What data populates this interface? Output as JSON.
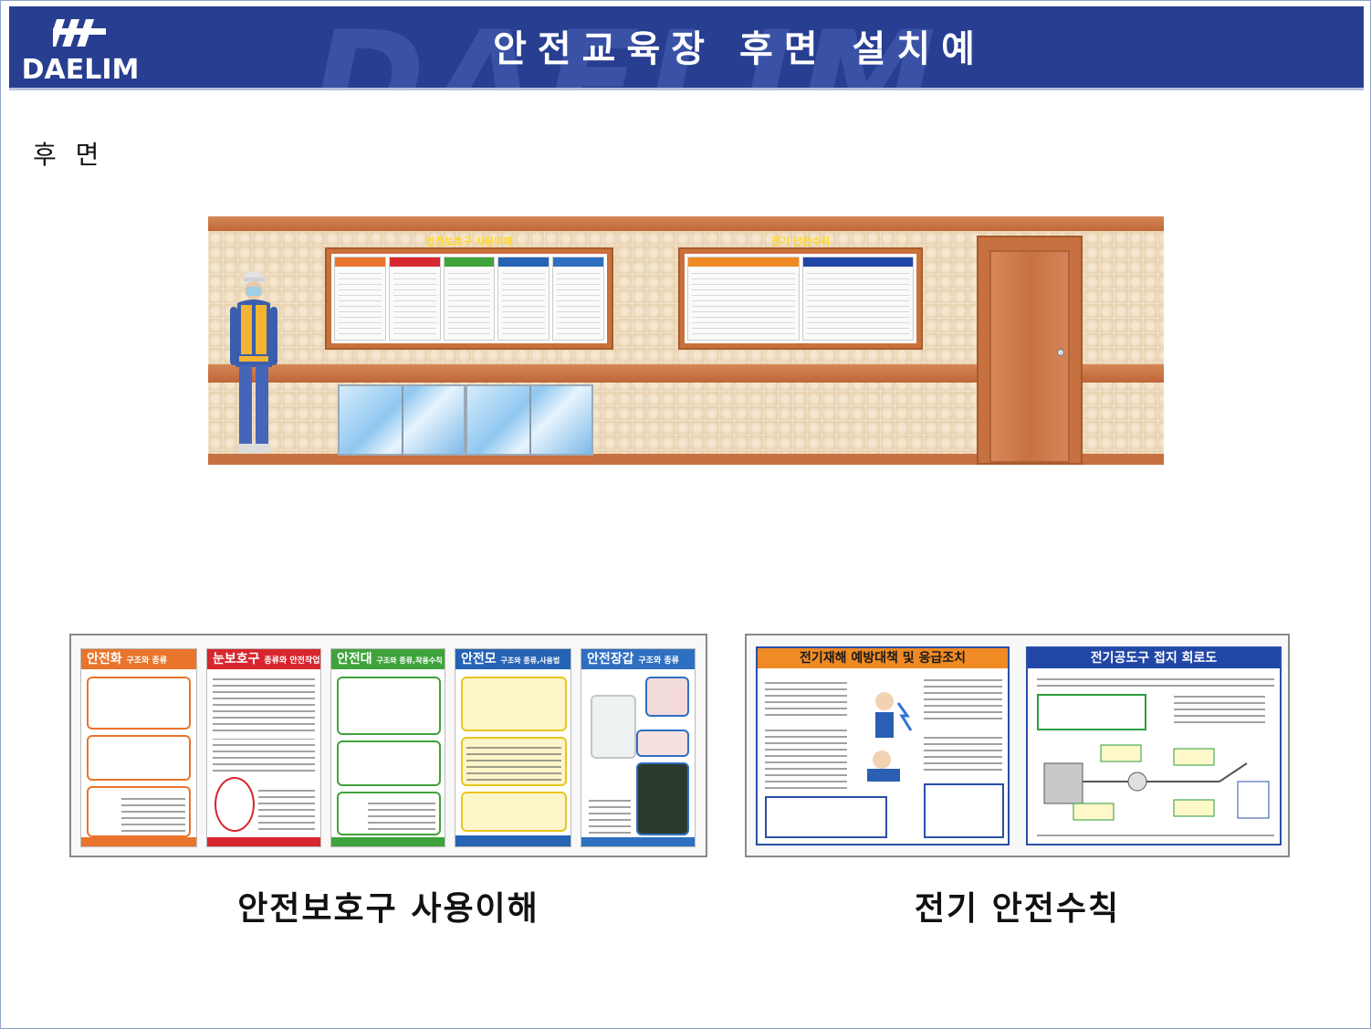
{
  "header": {
    "logo_text": "DAELIM",
    "watermark": "DAELIM",
    "title": "안전교육장 후면 설치예"
  },
  "section": {
    "label": "후 면"
  },
  "wall": {
    "board_left_title": "안전보호구 사용이해",
    "board_right_title": "전기 안전수칙"
  },
  "protective_board": {
    "caption": "안전보호구 사용이해",
    "posters": [
      {
        "title": "안전화",
        "subtitle": "구조와 종류",
        "color": "#e9742b"
      },
      {
        "title": "눈보호구",
        "subtitle": "종류와 안전작업",
        "color": "#d8262e"
      },
      {
        "title": "안전대",
        "subtitle": "구조와 종류,착용수칙",
        "color": "#3fa33b"
      },
      {
        "title": "안전모",
        "subtitle": "구조와 종류,사용법",
        "color": "#2563b5"
      },
      {
        "title": "안전장갑",
        "subtitle": "구조와 종류",
        "color": "#2f6fc1"
      }
    ]
  },
  "electric_board": {
    "caption": "전기 안전수칙",
    "posters": [
      {
        "title": "전기재해 예방대책 및 응급조치",
        "color": "#f08a24"
      },
      {
        "title": "전기공도구 접지 회로도",
        "color": "#2047a6"
      }
    ]
  }
}
